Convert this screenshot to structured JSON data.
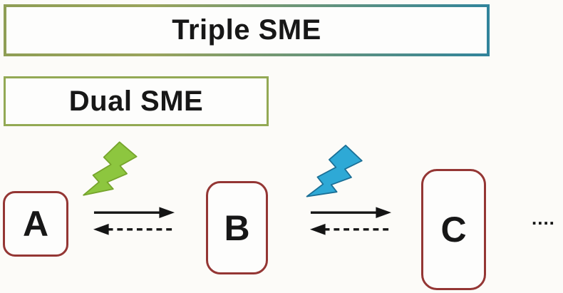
{
  "diagram": {
    "title_boxes": {
      "triple": {
        "label": "Triple SME"
      },
      "dual": {
        "label": "Dual SME"
      }
    },
    "nodes": [
      {
        "id": "A",
        "label": "A"
      },
      {
        "id": "B",
        "label": "B"
      },
      {
        "id": "C",
        "label": "C"
      }
    ],
    "ellipsis": "....",
    "icons": {
      "bolt_between_a_b": "green-lightning-bolt-icon",
      "bolt_between_b_c": "blue-lightning-bolt-icon",
      "forward_arrow": "solid-right-arrow",
      "reverse_arrow": "dashed-left-arrow"
    },
    "colors": {
      "background": "#fcfbf8",
      "dual_border": "#93A954",
      "triple_border_left": "#8F9E55",
      "triple_border_right": "#31849B",
      "node_border": "#943634",
      "bolt_green": "#8DC63F",
      "bolt_green_edge": "#76A42C",
      "bolt_blue": "#2EA9D6",
      "bolt_blue_edge": "#1B6F96",
      "arrow": "#141414",
      "text": "#171717"
    }
  }
}
